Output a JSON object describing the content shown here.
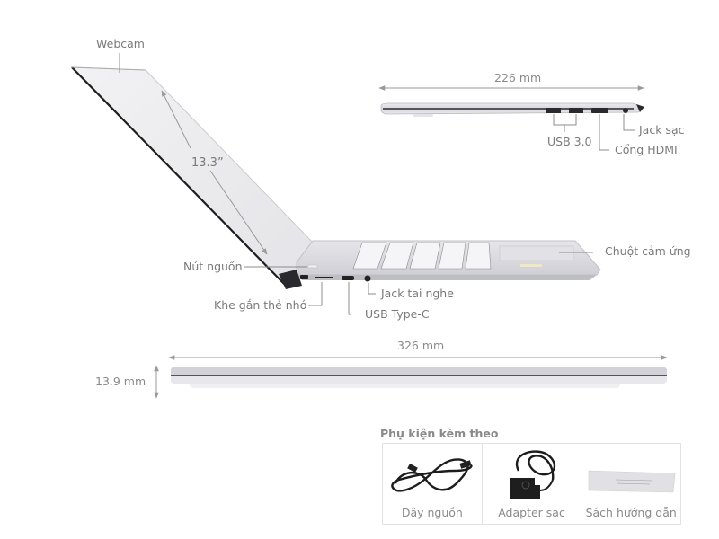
{
  "diagram": {
    "subject": "Laptop dimensions and ports",
    "open_view": {
      "labels": {
        "webcam": "Webcam",
        "screen_size": "13.3”",
        "power_button": "Nút nguồn",
        "touchpad": "Chuột cảm ứng",
        "memory_card_slot": "Khe gắn thẻ nhớ",
        "headphone_jack": "Jack tai nghe",
        "usb_type_c": "USB Type-C"
      }
    },
    "side_view": {
      "depth": "226 mm",
      "labels": {
        "usb_3": "USB 3.0",
        "hdmi": "Cổng HDMI",
        "charging_jack": "Jack sạc"
      }
    },
    "front_view": {
      "width": "326 mm",
      "thickness": "13.9 mm"
    }
  },
  "accessories": {
    "title": "Phụ kiện kèm theo",
    "items": [
      {
        "label": "Dây nguồn",
        "icon": "power-cord"
      },
      {
        "label": "Adapter sạc",
        "icon": "charger-adapter"
      },
      {
        "label": "Sách hướng dẫn",
        "icon": "manual-booklet"
      }
    ]
  },
  "colors": {
    "label_text": "#7a7a7a",
    "callout_line": "#8c8c8c",
    "laptop_silver": "#d9d9de",
    "laptop_edge": "#b8b8bf",
    "bezel": "#1e1e1e"
  }
}
